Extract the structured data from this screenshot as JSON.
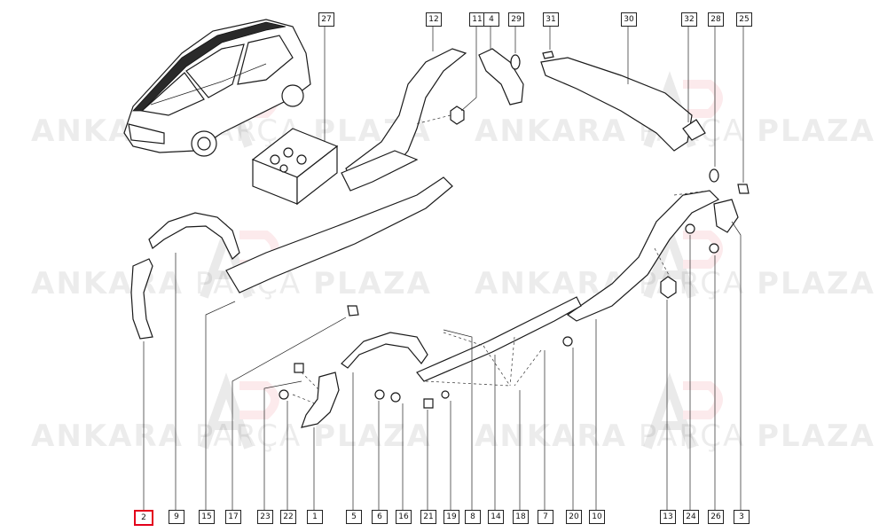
{
  "watermark": {
    "brand_a": "ANKARA",
    "brand_b": "PARÇA",
    "brand_c": "PLAZA",
    "logo_letters": "AP"
  },
  "callouts": [
    {
      "label": "27"
    },
    {
      "label": "12"
    },
    {
      "label": "11"
    },
    {
      "label": "4"
    },
    {
      "label": "29"
    },
    {
      "label": "31"
    },
    {
      "label": "30"
    },
    {
      "label": "32"
    },
    {
      "label": "28"
    },
    {
      "label": "25"
    },
    {
      "label": "2",
      "highlight": true
    },
    {
      "label": "9"
    },
    {
      "label": "15"
    },
    {
      "label": "17"
    },
    {
      "label": "23"
    },
    {
      "label": "22"
    },
    {
      "label": "1"
    },
    {
      "label": "5"
    },
    {
      "label": "6"
    },
    {
      "label": "16"
    },
    {
      "label": "21"
    },
    {
      "label": "19"
    },
    {
      "label": "8"
    },
    {
      "label": "14"
    },
    {
      "label": "18"
    },
    {
      "label": "7"
    },
    {
      "label": "20"
    },
    {
      "label": "10"
    },
    {
      "label": "13"
    },
    {
      "label": "24"
    },
    {
      "label": "26"
    },
    {
      "label": "3"
    }
  ],
  "colors": {
    "highlight": "#e3001b",
    "line": "#1a1a1a",
    "watermark_red": "#e3001b"
  }
}
